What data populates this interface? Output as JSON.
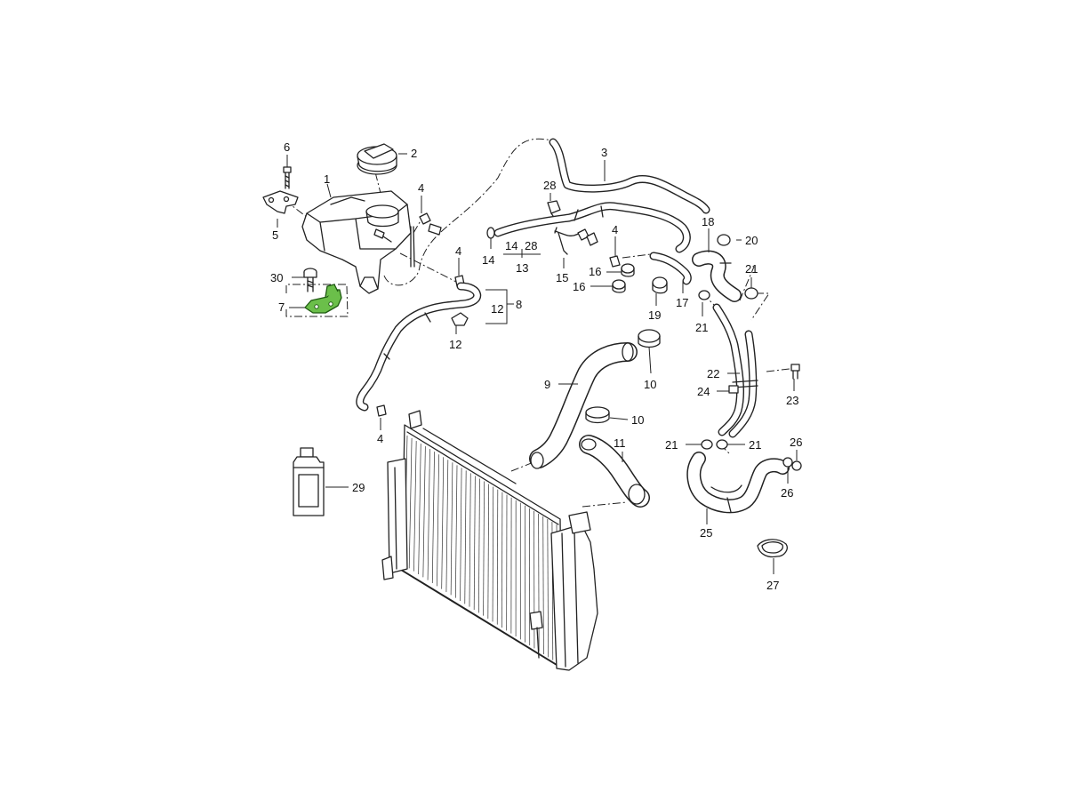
{
  "highlight_color": "#6bbf4a",
  "callouts": [
    {
      "id": "c1",
      "text": "1"
    },
    {
      "id": "c2",
      "text": "2"
    },
    {
      "id": "c3",
      "text": "3"
    },
    {
      "id": "c4a",
      "text": "4"
    },
    {
      "id": "c4b",
      "text": "4"
    },
    {
      "id": "c4c",
      "text": "4"
    },
    {
      "id": "c4d",
      "text": "4"
    },
    {
      "id": "c5",
      "text": "5"
    },
    {
      "id": "c6",
      "text": "6"
    },
    {
      "id": "c7",
      "text": "7"
    },
    {
      "id": "c8",
      "text": "8"
    },
    {
      "id": "c9",
      "text": "9"
    },
    {
      "id": "c10a",
      "text": "10"
    },
    {
      "id": "c10b",
      "text": "10"
    },
    {
      "id": "c11",
      "text": "11"
    },
    {
      "id": "c12a",
      "text": "12"
    },
    {
      "id": "c12b",
      "text": "12"
    },
    {
      "id": "c13",
      "text": "13"
    },
    {
      "id": "c14a",
      "text": "14"
    },
    {
      "id": "c14b",
      "text": "14"
    },
    {
      "id": "c28a",
      "text": "28"
    },
    {
      "id": "c28b",
      "text": "28"
    },
    {
      "id": "c15",
      "text": "15"
    },
    {
      "id": "c16a",
      "text": "16"
    },
    {
      "id": "c16b",
      "text": "16"
    },
    {
      "id": "c17",
      "text": "17"
    },
    {
      "id": "c18",
      "text": "18"
    },
    {
      "id": "c19",
      "text": "19"
    },
    {
      "id": "c20",
      "text": "20"
    },
    {
      "id": "c21a",
      "text": "21"
    },
    {
      "id": "c21b",
      "text": "21"
    },
    {
      "id": "c21c",
      "text": "21"
    },
    {
      "id": "c21d",
      "text": "21"
    },
    {
      "id": "c22",
      "text": "22"
    },
    {
      "id": "c23",
      "text": "23"
    },
    {
      "id": "c24",
      "text": "24"
    },
    {
      "id": "c25",
      "text": "25"
    },
    {
      "id": "c26a",
      "text": "26"
    },
    {
      "id": "c26b",
      "text": "26"
    },
    {
      "id": "c27",
      "text": "27"
    },
    {
      "id": "c29",
      "text": "29"
    },
    {
      "id": "c30",
      "text": "30"
    }
  ]
}
